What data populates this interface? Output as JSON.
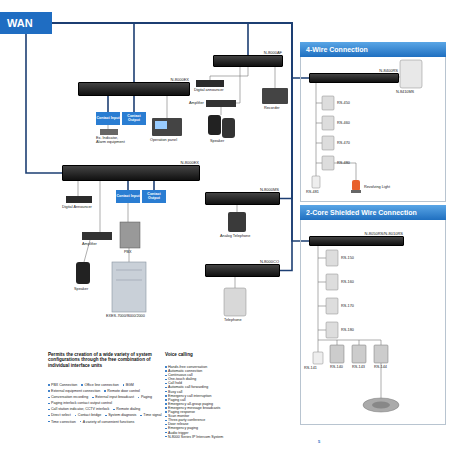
{
  "diagram": {
    "nodes": [
      {
        "text": [
          "WAN"
        ]
      },
      {
        "text": [
          "N-8000EX"
        ]
      },
      {
        "text": [
          "Contact Input"
        ]
      },
      {
        "text": [
          "Contact Output"
        ]
      },
      {
        "text": [
          "N-8000AF"
        ]
      },
      {
        "text": [
          "N-8000EX"
        ]
      },
      {
        "text": [
          "Contact Input"
        ]
      },
      {
        "text": [
          "Contact Output"
        ]
      },
      {
        "text": [
          "N-8000MS"
        ]
      },
      {
        "text": [
          "N-8000CO"
        ]
      },
      {
        "text": [
          "4-Wire Connection"
        ]
      },
      {
        "text": [
          "N-8400RS"
        ],
        "in": 10
      },
      {
        "text": [
          "2-Core Shielded Wire Connection"
        ]
      },
      {
        "text": [
          "N-8050RS/N-8010RS"
        ],
        "in": 12
      }
    ],
    "edges": [
      {
        "from": 0,
        "to": 1,
        "arrow": "none"
      },
      {
        "from": 0,
        "to": 4,
        "arrow": "none"
      },
      {
        "from": 0,
        "to": 5,
        "arrow": "none"
      },
      {
        "from": 0,
        "to": 8,
        "arrow": "none"
      },
      {
        "from": 0,
        "to": 9,
        "arrow": "none"
      },
      {
        "from": 0,
        "to": 11,
        "arrow": "none"
      },
      {
        "from": 0,
        "to": 13,
        "arrow": "none"
      },
      {
        "from": 1,
        "to": 2,
        "arrow": "none"
      },
      {
        "from": 1,
        "to": 3,
        "arrow": "none"
      },
      {
        "from": 5,
        "to": 6,
        "arrow": "none"
      },
      {
        "from": 5,
        "to": 7,
        "arrow": "none"
      }
    ],
    "labels": [
      "Digital announcer",
      "Recorder",
      "Amplifier",
      "Speaker",
      "Ex. Indicator, Alarm equipment",
      "Operation panel",
      "Digital Announcer",
      "Amplifier",
      "Speaker",
      "PBX",
      "EXES-7000/8000/2000",
      "Analog Telephone",
      "Telephone",
      "N-8410MS",
      "RS-450",
      "RS-460",
      "RS-470",
      "RS-480",
      "RS-481",
      "Revolving Light",
      "RS-150",
      "RS-160",
      "RS-170",
      "RS-180",
      "RS-140",
      "RS-143",
      "RS-144",
      "RS-141",
      "Permits the creation of a wide variety of system configurations through the free combination of individual interface units",
      "PBX Connection",
      "Office line connection",
      "BGM",
      "External equipment connection",
      "Remote door control",
      "Conversation recording",
      "External input broadcast",
      "Paging",
      "Paging interlock contact output control",
      "Call station indicator, CCTV interlock",
      "Remote dialing",
      "Direct select",
      "Contact bridge",
      "System diagnosis",
      "Time signal",
      "Time correction",
      "A variety of convenient functions",
      "Voice calling",
      "Hands-free conversation",
      "Automatic connection",
      "Continuous call",
      "One-touch dialing",
      "Call hold",
      "Automatic call forwarding",
      "Busy call",
      "Emergency call interruption",
      "Paging call",
      "Emergency all-group paging",
      "Emergency message broadcasts",
      "Paging response",
      "Scan monitor",
      "Three-party conference",
      "Door release",
      "Emergency paging",
      "Audio trigger",
      "N-8000 Series IP Intercom System",
      "5"
    ]
  }
}
